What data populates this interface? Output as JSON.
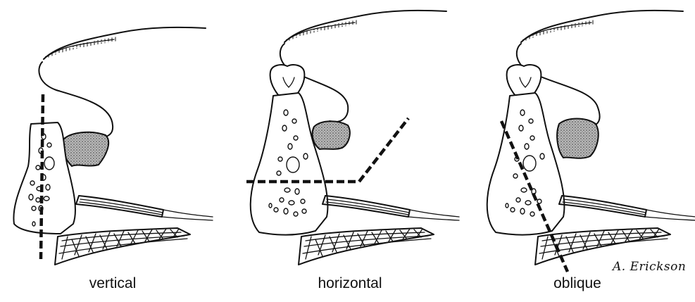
{
  "panels": [
    {
      "label": "vertical"
    },
    {
      "label": "horizontal"
    },
    {
      "label": "oblique"
    }
  ],
  "signature": "A. Erickson",
  "colors": {
    "ink": "#111111",
    "stipple": "#8a8a8a",
    "background": "#ffffff"
  }
}
